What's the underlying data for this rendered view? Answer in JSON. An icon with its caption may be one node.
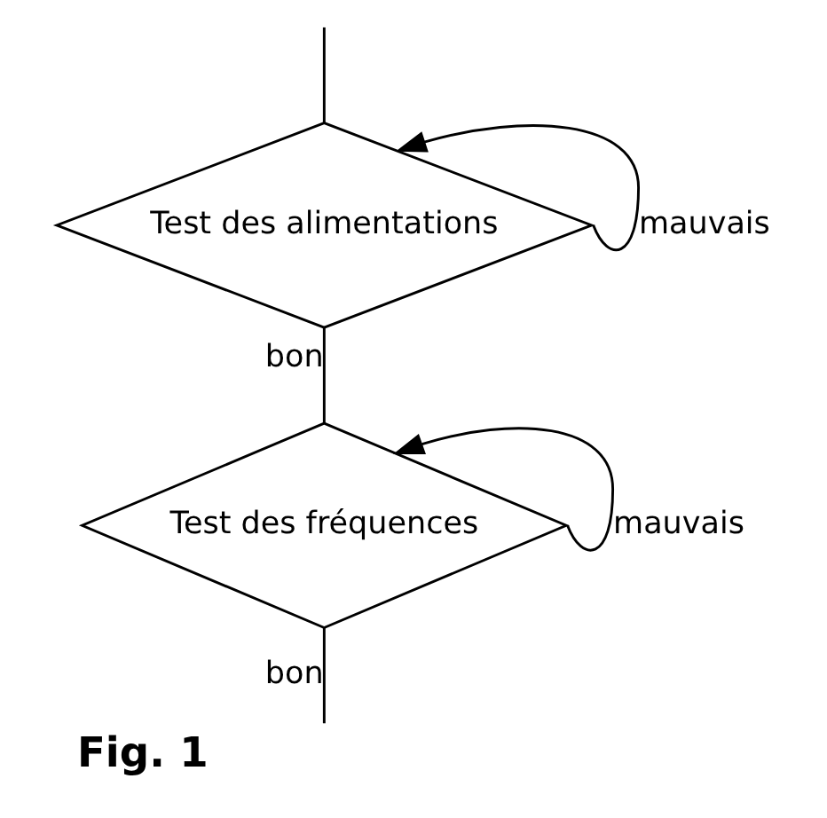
{
  "diagram": {
    "caption": "Fig. 1",
    "nodes": [
      {
        "text": [
          "Test des alimentations"
        ]
      },
      {
        "text": [
          "Test des fréquences"
        ]
      }
    ],
    "edges": [
      {
        "from": null,
        "to": 0,
        "arrow": "none"
      },
      {
        "from": 0,
        "to": 0,
        "arrow": "to",
        "label": "mauvais"
      },
      {
        "from": 0,
        "to": 1,
        "arrow": "none",
        "label": "bon"
      },
      {
        "from": 1,
        "to": 1,
        "arrow": "to",
        "label": "mauvais"
      },
      {
        "from": 1,
        "to": null,
        "arrow": "none",
        "label": "bon"
      }
    ]
  }
}
